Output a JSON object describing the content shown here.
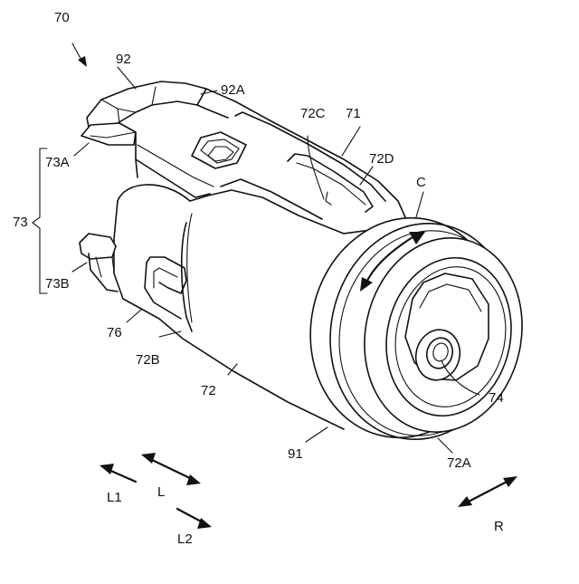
{
  "figure": {
    "labels": {
      "fig_70": "70",
      "part_92": "92",
      "part_92A": "92A",
      "part_72C": "72C",
      "part_71": "71",
      "part_72D": "72D",
      "part_73A": "73A",
      "part_73": "73",
      "part_73B": "73B",
      "part_C": "C",
      "part_76": "76",
      "part_72B": "72B",
      "part_72": "72",
      "part_74": "74",
      "part_91": "91",
      "part_72A": "72A",
      "dir_L1": "L1",
      "dir_L": "L",
      "dir_L2": "L2",
      "dir_R": "R"
    }
  }
}
